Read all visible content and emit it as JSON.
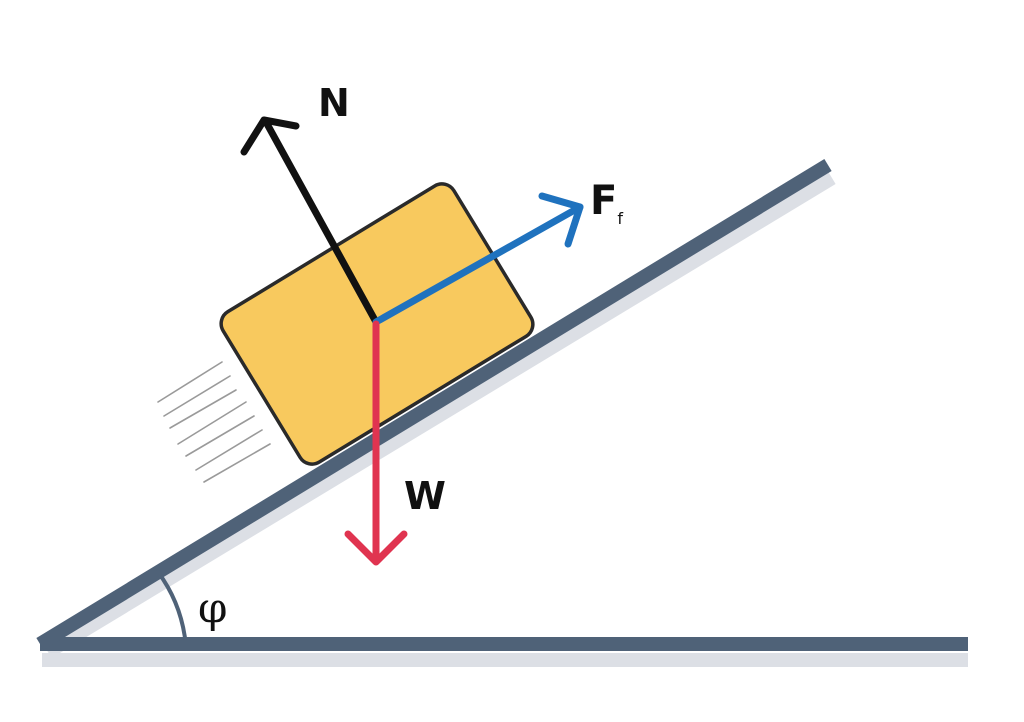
{
  "labels": {
    "normal_force": "N",
    "friction_force": "F",
    "friction_subscript": "f",
    "weight": "W",
    "angle": "φ"
  },
  "colors": {
    "incline": "#4f6278",
    "incline_shadow": "#dcdfe5",
    "block_fill": "#f8c95e",
    "block_stroke": "#2a2a2a",
    "normal_force": "#111111",
    "friction_force": "#1f72be",
    "weight": "#e03450",
    "motion_lines": "#9a9a9a"
  }
}
